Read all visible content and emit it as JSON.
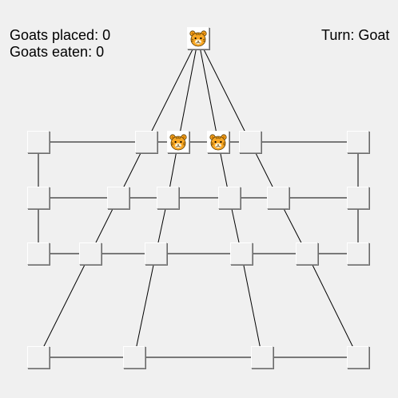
{
  "status": {
    "goats_placed_label": "Goats placed: 0",
    "goats_eaten_label": "Goats eaten: 0",
    "turn_label": "Turn: Goat"
  },
  "colors": {
    "background": "#f0f0f0",
    "line": "#000000",
    "tiger_fill": "#f9a825",
    "tiger_stroke": "#5a3a00"
  },
  "board": {
    "nodes": [
      {
        "id": "apex",
        "piece": "tiger"
      },
      {
        "id": "r1-1",
        "piece": "none"
      },
      {
        "id": "r1-2",
        "piece": "none"
      },
      {
        "id": "r1-3",
        "piece": "tiger"
      },
      {
        "id": "r1-4",
        "piece": "tiger"
      },
      {
        "id": "r1-5",
        "piece": "none"
      },
      {
        "id": "r1-6",
        "piece": "none"
      },
      {
        "id": "r2-1",
        "piece": "none"
      },
      {
        "id": "r2-2",
        "piece": "none"
      },
      {
        "id": "r2-3",
        "piece": "none"
      },
      {
        "id": "r2-4",
        "piece": "none"
      },
      {
        "id": "r2-5",
        "piece": "none"
      },
      {
        "id": "r2-6",
        "piece": "none"
      },
      {
        "id": "r3-1",
        "piece": "none"
      },
      {
        "id": "r3-2",
        "piece": "none"
      },
      {
        "id": "r3-3",
        "piece": "none"
      },
      {
        "id": "r3-4",
        "piece": "none"
      },
      {
        "id": "r3-5",
        "piece": "none"
      },
      {
        "id": "r3-6",
        "piece": "none"
      },
      {
        "id": "r4-1",
        "piece": "none"
      },
      {
        "id": "r4-2",
        "piece": "none"
      },
      {
        "id": "r4-3",
        "piece": "none"
      },
      {
        "id": "r4-4",
        "piece": "none"
      }
    ]
  }
}
